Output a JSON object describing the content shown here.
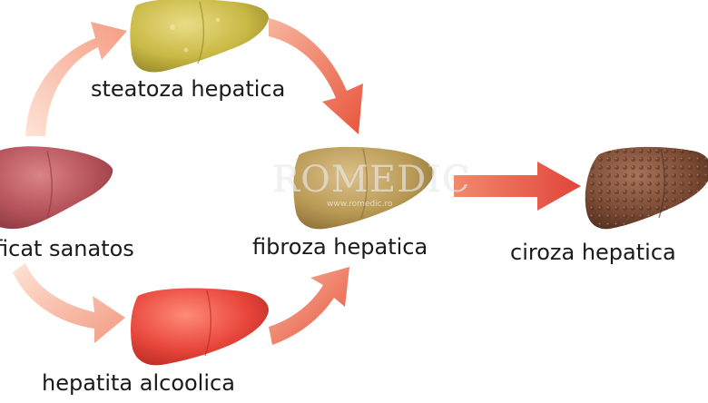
{
  "diagram": {
    "nodes": {
      "healthy": {
        "label": "ficat sanatos"
      },
      "steatosis": {
        "label": "steatoza hepatica"
      },
      "fibrosis": {
        "label": "fibroza hepatica"
      },
      "cirrhosis": {
        "label": "ciroza hepatica"
      },
      "hepatitis": {
        "label": "hepatita alcoolica"
      }
    },
    "edges": [
      {
        "from": "healthy",
        "to": "steatosis"
      },
      {
        "from": "steatosis",
        "to": "fibrosis"
      },
      {
        "from": "healthy",
        "to": "hepatitis"
      },
      {
        "from": "hepatitis",
        "to": "fibrosis"
      },
      {
        "from": "fibrosis",
        "to": "cirrhosis"
      }
    ]
  },
  "watermark": {
    "text": "ROMEDIC",
    "sub": "www.romedic.ro"
  },
  "colors": {
    "healthy": "#b5525a",
    "steatosis": "#c8b844",
    "fibrosis": "#b99a55",
    "cirrhosis": "#7a4a34",
    "hepatitis": "#e8453a",
    "arrow_light": "#f7c8b4",
    "arrow_dark": "#e2553c"
  }
}
